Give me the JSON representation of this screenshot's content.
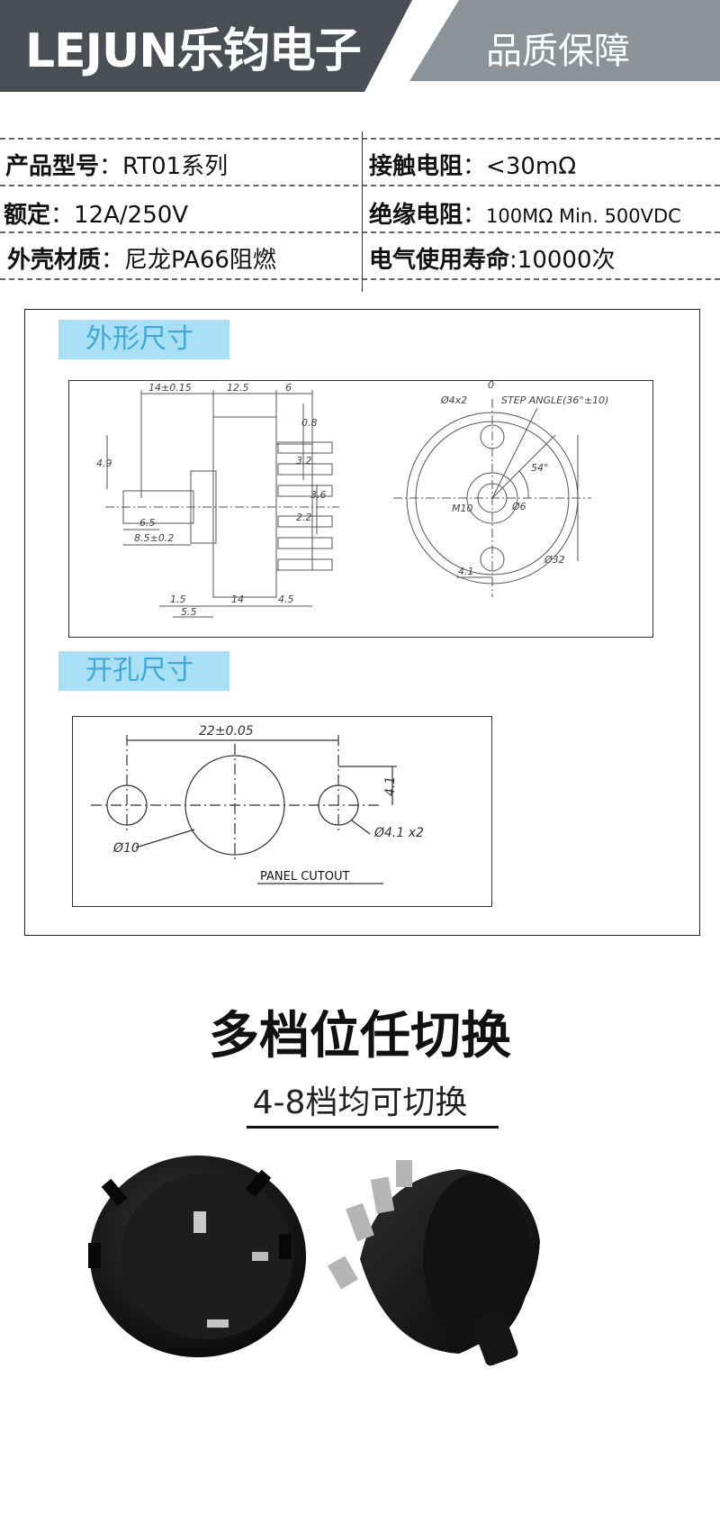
{
  "header": {
    "brand": "LEJUN乐钧电子",
    "badge": "品质保障",
    "colors": {
      "dark": "#4a4f55",
      "accent": "#8c9399"
    }
  },
  "specs": {
    "model_label": "产品型号",
    "model_value": "RT01系列",
    "rating_label": "额定",
    "rating_value": "12A/250V",
    "shell_label": "外壳材质",
    "shell_value": "尼龙PA66阻燃",
    "contact_label": "接触电阻",
    "contact_value": "<30mΩ",
    "insulation_label": "绝缘电阻",
    "insulation_value": "100MΩ Min. 500VDC",
    "life_label": "电气使用寿命",
    "life_value": ":10000次",
    "colon": "："
  },
  "drawing": {
    "outline_tag": "外形尺寸",
    "cutout_tag": "开孔尺寸",
    "dims": {
      "d1": "14±0.15",
      "d2": "12.5",
      "d3": "6",
      "d4": "0.8",
      "d5": "3.2",
      "d6": "3.6",
      "d7": "2.2",
      "d8": "6.5",
      "d9": "8.5±0.2",
      "d10": "1.5",
      "d11": "14",
      "d12": "4.5",
      "d13": "5.5",
      "d14": "4.9",
      "r1": "Ø4x2",
      "r2": "STEP ANGLE(36°±10)",
      "r3": "54°",
      "r4": "M10",
      "r5": "Ø6",
      "r6": "Ø32",
      "r7": "4.1",
      "r8": "0",
      "c1": "22±0.05",
      "c2": "4.1",
      "c3": "Ø10",
      "c4": "Ø4.1 x2",
      "panel": "PANEL CUTOUT"
    }
  },
  "feature": {
    "title": "多档位任切换",
    "subtitle": "4-8档均可切换"
  }
}
